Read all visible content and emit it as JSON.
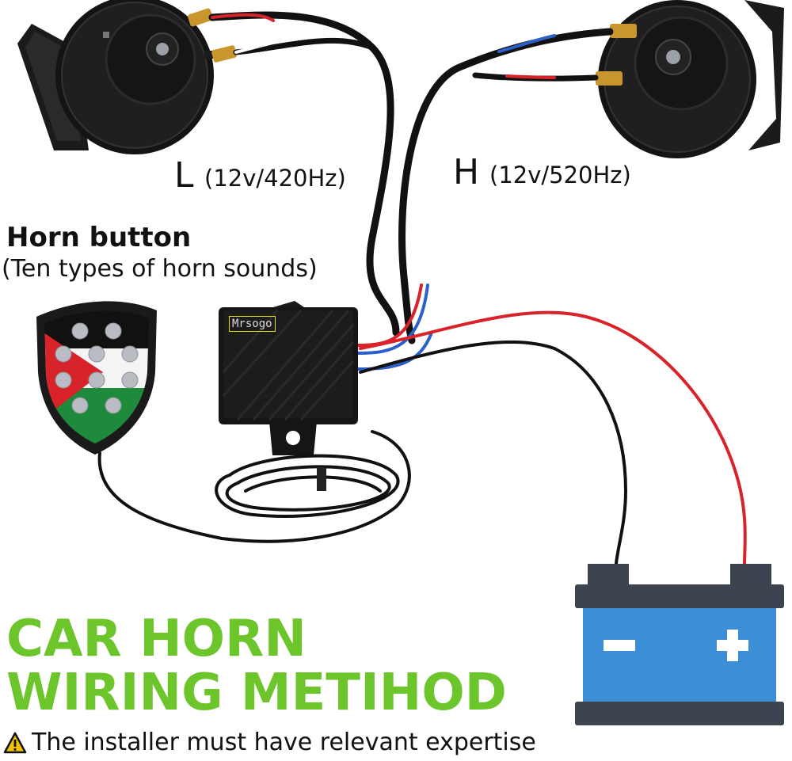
{
  "left_horn": {
    "letter": "L",
    "spec": "(12v/420Hz)"
  },
  "right_horn": {
    "letter": "H",
    "spec": "(12v/520Hz)"
  },
  "horn_button": {
    "title": "Horn button",
    "subtitle": "(Ten types of horn sounds)"
  },
  "control_box": {
    "brand": "Mrsogo"
  },
  "headline": {
    "line1": "CAR HORN",
    "line2": "WIRING METIHOD"
  },
  "warning": {
    "text": "The installer must have relevant expertise",
    "icon": "warning-triangle-icon"
  },
  "battery": {
    "minus": "−",
    "plus": "+"
  },
  "colors": {
    "headline_green": "#6cc52a",
    "battery_blue": "#3a8fd6",
    "battery_dark": "#3d4450",
    "wire_red": "#d8232a",
    "wire_black": "#111111",
    "wire_blue": "#2b5fc9"
  }
}
